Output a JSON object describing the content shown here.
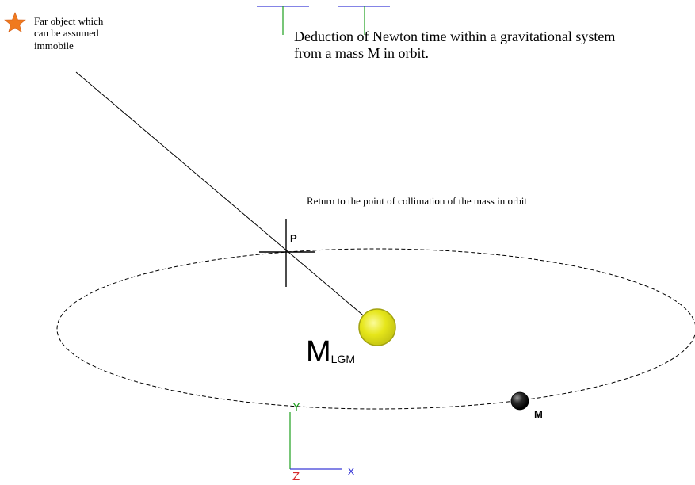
{
  "title": {
    "line1": "Deduction of Newton time within a gravitational system",
    "line2": "from a mass M in orbit."
  },
  "far_object": {
    "line1": "Far object which",
    "line2": "can be assumed",
    "line3": "immobile"
  },
  "return_note": "Return to the point of collimation of the mass in orbit",
  "point_label": "P",
  "central_mass": {
    "symbol": "M",
    "subscript": "LGM"
  },
  "orbiting_mass_label": "M",
  "axes": {
    "x": "X",
    "y": "Y",
    "z": "Z"
  },
  "colors": {
    "star": "#f07a1e",
    "central_mass_fill": "#e6e61a",
    "central_mass_stroke": "#a3a312",
    "axis_x": "#3a3ad6",
    "axis_y": "#1fa11f",
    "axis_z": "#d62a2a",
    "marker_blue": "#3a3ad6",
    "marker_green": "#1fa11f"
  }
}
